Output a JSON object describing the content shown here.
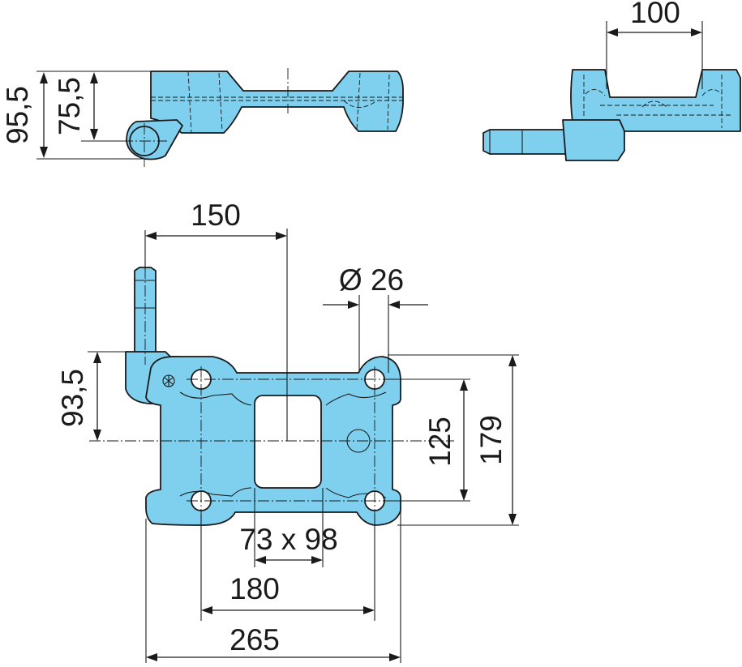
{
  "dimensions": {
    "side_overall_height": "95,5",
    "side_pin_height": "75,5",
    "end_width": "100",
    "pin_offset": "150",
    "hole_diameter": "Ø 26",
    "pin_vertical_offset": "93,5",
    "inner_hole_spacing": "125",
    "outer_height": "179",
    "cutout_size": "73 x 98",
    "hole_spacing": "180",
    "overall_width": "265"
  },
  "colors": {
    "part_fill": "#7fd0ef",
    "outline": "#1a1a1a",
    "background": "#ffffff"
  }
}
